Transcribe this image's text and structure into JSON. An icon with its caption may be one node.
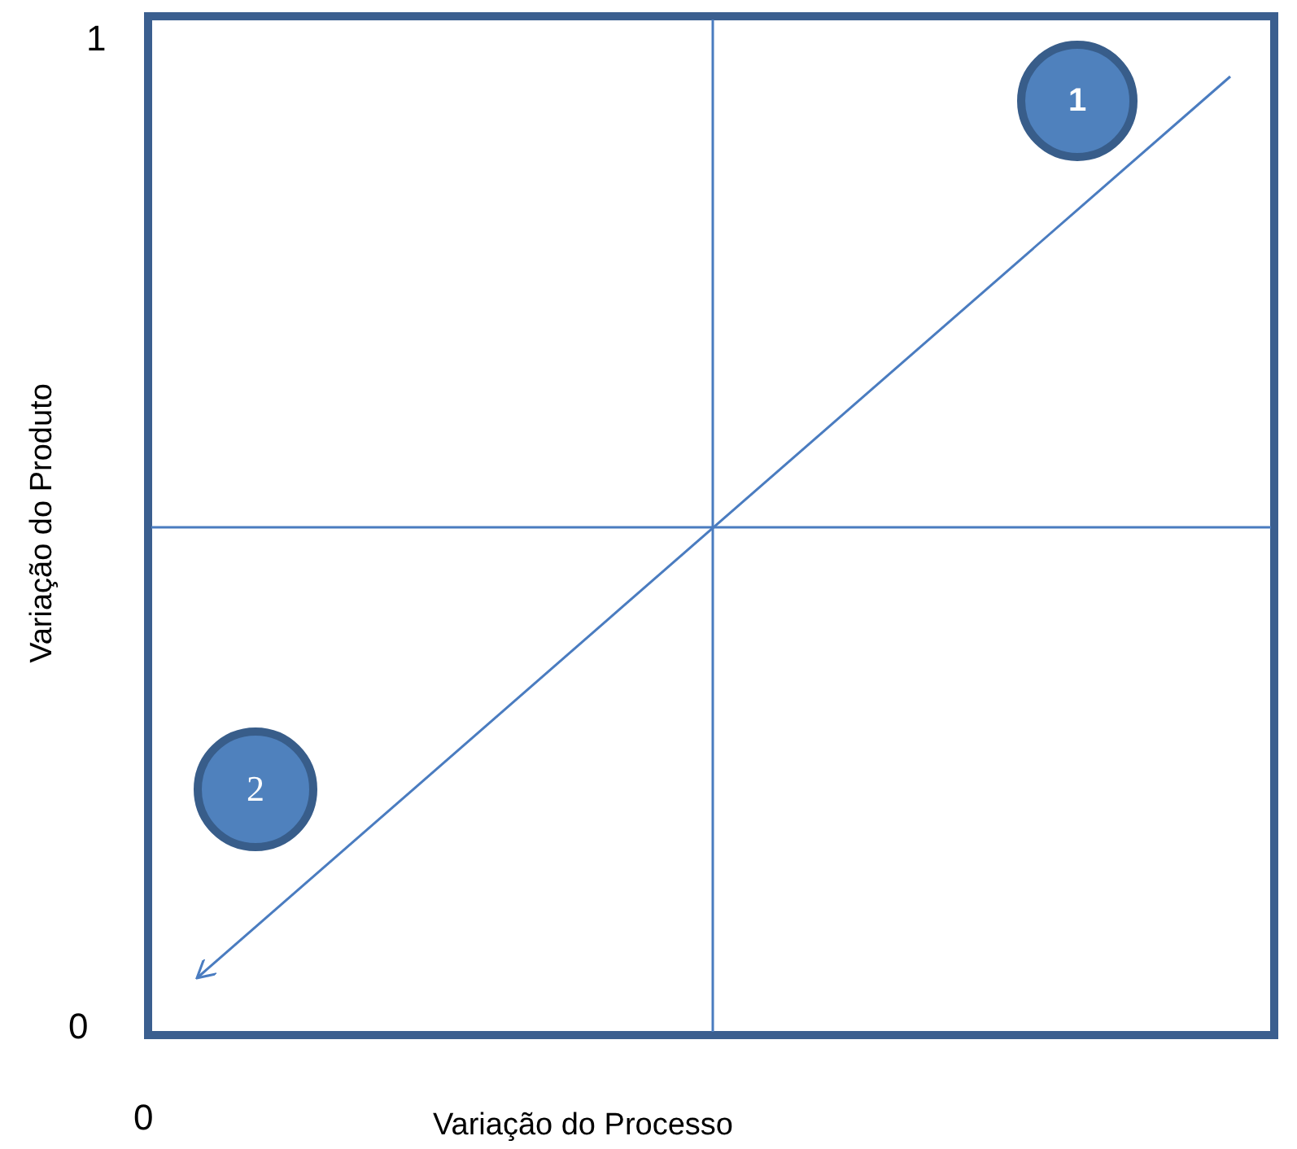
{
  "diagram": {
    "nodes": [
      {
        "text": [
          "1"
        ]
      },
      {
        "text": [
          "2"
        ]
      }
    ],
    "labels": [
      "1",
      "0",
      "0",
      "Variação do Processo",
      "Variação do Produto"
    ]
  }
}
